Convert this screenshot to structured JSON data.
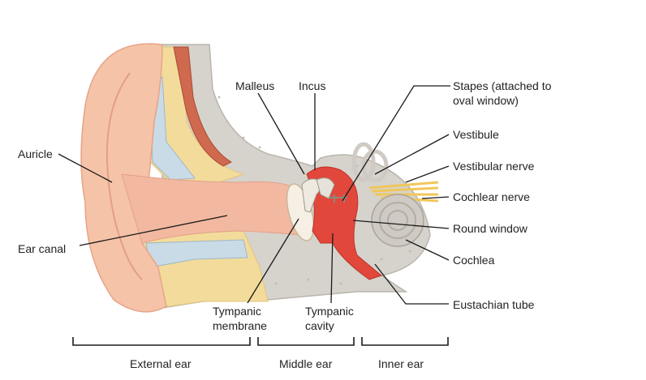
{
  "labels": {
    "auricle": "Auricle",
    "ear_canal": "Ear canal",
    "malleus": "Malleus",
    "incus": "Incus",
    "stapes_line1": "Stapes (attached to",
    "stapes_line2": "oval window)",
    "vestibule": "Vestibule",
    "vestibular_nerve": "Vestibular nerve",
    "cochlear_nerve": "Cochlear nerve",
    "round_window": "Round window",
    "cochlea": "Cochlea",
    "eustachian_tube": "Eustachian tube",
    "tympanic_membrane_line1": "Tympanic",
    "tympanic_membrane_line2": "membrane",
    "tympanic_cavity_line1": "Tympanic",
    "tympanic_cavity_line2": "cavity"
  },
  "regions": {
    "external_ear": "External ear",
    "middle_ear": "Middle ear",
    "inner_ear": "Inner ear"
  },
  "colors": {
    "skin": "#f5c3a7",
    "skin_dark": "#e7a489",
    "bone": "#d6d3cc",
    "bone_edge": "#b9b5ad",
    "fat": "#f3dc9b",
    "cartilage": "#c9dbe6",
    "muscle": "#cf6a4f",
    "cavity_red": "#e2473b",
    "nerve": "#f0c75a",
    "cochlea": "#cfcac3"
  }
}
